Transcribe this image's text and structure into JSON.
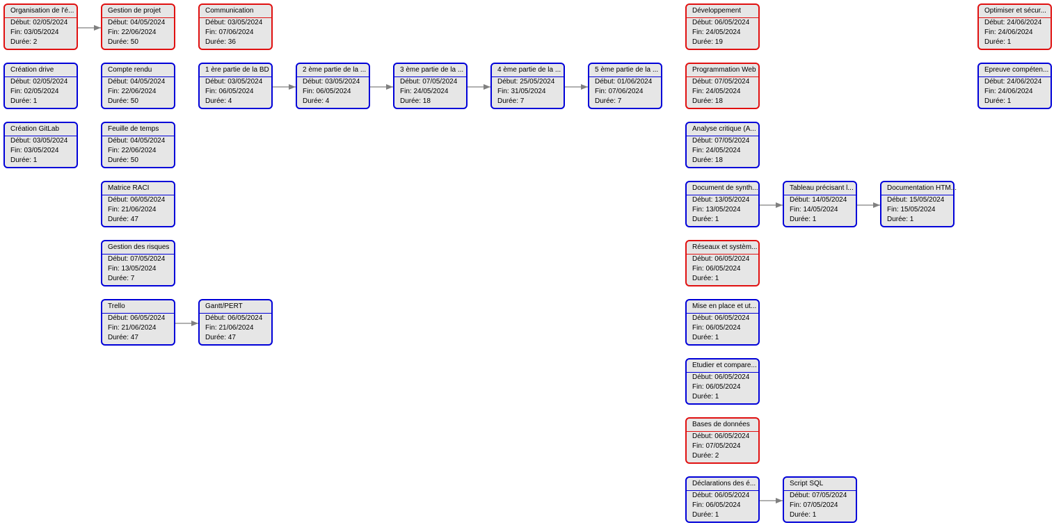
{
  "colors": {
    "normal_border": "#0000d8",
    "critical_border": "#e01010",
    "fill": "#e6e6e6",
    "arrow": "#808080"
  },
  "tasks": [
    {
      "id": "t1",
      "name": "Organisation de l'é...",
      "debut": "Début: 02/05/2024",
      "fin": "Fin: 03/05/2024",
      "duree": "Durée: 2",
      "critical": true,
      "col": 0,
      "row": 0
    },
    {
      "id": "t2",
      "name": "Création drive",
      "debut": "Début: 02/05/2024",
      "fin": "Fin: 02/05/2024",
      "duree": "Durée: 1",
      "critical": false,
      "col": 0,
      "row": 1
    },
    {
      "id": "t3",
      "name": "Création GitLab",
      "debut": "Début: 03/05/2024",
      "fin": "Fin: 03/05/2024",
      "duree": "Durée: 1",
      "critical": false,
      "col": 0,
      "row": 2
    },
    {
      "id": "t4",
      "name": "Gestion de projet",
      "debut": "Début: 04/05/2024",
      "fin": "Fin: 22/06/2024",
      "duree": "Durée: 50",
      "critical": true,
      "col": 1,
      "row": 0
    },
    {
      "id": "t5",
      "name": "Compte rendu",
      "debut": "Début: 04/05/2024",
      "fin": "Fin: 22/06/2024",
      "duree": "Durée: 50",
      "critical": false,
      "col": 1,
      "row": 1
    },
    {
      "id": "t6",
      "name": "Feuille de temps",
      "debut": "Début: 04/05/2024",
      "fin": "Fin: 22/06/2024",
      "duree": "Durée: 50",
      "critical": false,
      "col": 1,
      "row": 2
    },
    {
      "id": "t7",
      "name": "Matrice RACI",
      "debut": "Début: 06/05/2024",
      "fin": "Fin: 21/06/2024",
      "duree": "Durée: 47",
      "critical": false,
      "col": 1,
      "row": 3
    },
    {
      "id": "t8",
      "name": "Gestion des risques",
      "debut": "Début: 07/05/2024",
      "fin": "Fin: 13/05/2024",
      "duree": "Durée: 7",
      "critical": false,
      "col": 1,
      "row": 4
    },
    {
      "id": "t9",
      "name": "Trello",
      "debut": "Début: 06/05/2024",
      "fin": "Fin: 21/06/2024",
      "duree": "Durée: 47",
      "critical": false,
      "col": 1,
      "row": 5
    },
    {
      "id": "t10",
      "name": "Communication",
      "debut": "Début: 03/05/2024",
      "fin": "Fin: 07/06/2024",
      "duree": "Durée: 36",
      "critical": true,
      "col": 2,
      "row": 0
    },
    {
      "id": "t11",
      "name": "1 ère partie de la BD",
      "debut": "Début: 03/05/2024",
      "fin": "Fin: 06/05/2024",
      "duree": "Durée: 4",
      "critical": false,
      "col": 2,
      "row": 1
    },
    {
      "id": "t12",
      "name": "Gantt/PERT",
      "debut": "Début: 06/05/2024",
      "fin": "Fin: 21/06/2024",
      "duree": "Durée: 47",
      "critical": false,
      "col": 2,
      "row": 5
    },
    {
      "id": "t13",
      "name": "2 ème partie de la ...",
      "debut": "Début: 03/05/2024",
      "fin": "Fin: 06/05/2024",
      "duree": "Durée: 4",
      "critical": false,
      "col": 3,
      "row": 1
    },
    {
      "id": "t14",
      "name": "3 ème partie de la ...",
      "debut": "Début: 07/05/2024",
      "fin": "Fin: 24/05/2024",
      "duree": "Durée: 18",
      "critical": false,
      "col": 4,
      "row": 1
    },
    {
      "id": "t15",
      "name": "4 ème partie de la ...",
      "debut": "Début: 25/05/2024",
      "fin": "Fin: 31/05/2024",
      "duree": "Durée: 7",
      "critical": false,
      "col": 5,
      "row": 1
    },
    {
      "id": "t16",
      "name": "5 ème partie de la ...",
      "debut": "Début: 01/06/2024",
      "fin": "Fin: 07/06/2024",
      "duree": "Durée: 7",
      "critical": false,
      "col": 6,
      "row": 1
    },
    {
      "id": "t17",
      "name": "Développement",
      "debut": "Début: 06/05/2024",
      "fin": "Fin: 24/05/2024",
      "duree": "Durée: 19",
      "critical": true,
      "col": 7,
      "row": 0
    },
    {
      "id": "t18",
      "name": "Programmation Web",
      "debut": "Début: 07/05/2024",
      "fin": "Fin: 24/05/2024",
      "duree": "Durée: 18",
      "critical": true,
      "col": 7,
      "row": 1
    },
    {
      "id": "t19",
      "name": "Analyse critique (A...",
      "debut": "Début: 07/05/2024",
      "fin": "Fin: 24/05/2024",
      "duree": "Durée: 18",
      "critical": false,
      "col": 7,
      "row": 2
    },
    {
      "id": "t20",
      "name": "Document de synth...",
      "debut": "Début: 13/05/2024",
      "fin": "Fin: 13/05/2024",
      "duree": "Durée: 1",
      "critical": false,
      "col": 7,
      "row": 3
    },
    {
      "id": "t21",
      "name": "Réseaux et systèm...",
      "debut": "Début: 06/05/2024",
      "fin": "Fin: 06/05/2024",
      "duree": "Durée: 1",
      "critical": true,
      "col": 7,
      "row": 4
    },
    {
      "id": "t22",
      "name": "Mise en place et ut...",
      "debut": "Début: 06/05/2024",
      "fin": "Fin: 06/05/2024",
      "duree": "Durée: 1",
      "critical": false,
      "col": 7,
      "row": 5
    },
    {
      "id": "t23",
      "name": "Etudier et compare...",
      "debut": "Début: 06/05/2024",
      "fin": "Fin: 06/05/2024",
      "duree": "Durée: 1",
      "critical": false,
      "col": 7,
      "row": 6
    },
    {
      "id": "t24",
      "name": "Bases de données",
      "debut": "Début: 06/05/2024",
      "fin": "Fin: 07/05/2024",
      "duree": "Durée: 2",
      "critical": true,
      "col": 7,
      "row": 7
    },
    {
      "id": "t25",
      "name": "Déclarations des é...",
      "debut": "Début: 06/05/2024",
      "fin": "Fin: 06/05/2024",
      "duree": "Durée: 1",
      "critical": false,
      "col": 7,
      "row": 8
    },
    {
      "id": "t26",
      "name": "Tableau précisant l...",
      "debut": "Début: 14/05/2024",
      "fin": "Fin: 14/05/2024",
      "duree": "Durée: 1",
      "critical": false,
      "col": 8,
      "row": 3
    },
    {
      "id": "t27",
      "name": "Script SQL",
      "debut": "Début: 07/05/2024",
      "fin": "Fin: 07/05/2024",
      "duree": "Durée: 1",
      "critical": false,
      "col": 8,
      "row": 8
    },
    {
      "id": "t28",
      "name": "Documentation HTM...",
      "debut": "Début: 15/05/2024",
      "fin": "Fin: 15/05/2024",
      "duree": "Durée: 1",
      "critical": false,
      "col": 9,
      "row": 3
    },
    {
      "id": "t29",
      "name": "Optimiser et sécur...",
      "debut": "Début: 24/06/2024",
      "fin": "Fin: 24/06/2024",
      "duree": "Durée: 1",
      "critical": true,
      "col": 10,
      "row": 0
    },
    {
      "id": "t30",
      "name": "Epreuve compéten...",
      "debut": "Début: 24/06/2024",
      "fin": "Fin: 24/06/2024",
      "duree": "Durée: 1",
      "critical": false,
      "col": 10,
      "row": 1
    }
  ],
  "links": [
    {
      "from": "t1",
      "to": "t4"
    },
    {
      "from": "t9",
      "to": "t12"
    },
    {
      "from": "t11",
      "to": "t13"
    },
    {
      "from": "t13",
      "to": "t14"
    },
    {
      "from": "t14",
      "to": "t15"
    },
    {
      "from": "t15",
      "to": "t16"
    },
    {
      "from": "t20",
      "to": "t26"
    },
    {
      "from": "t26",
      "to": "t28"
    },
    {
      "from": "t25",
      "to": "t27"
    }
  ]
}
